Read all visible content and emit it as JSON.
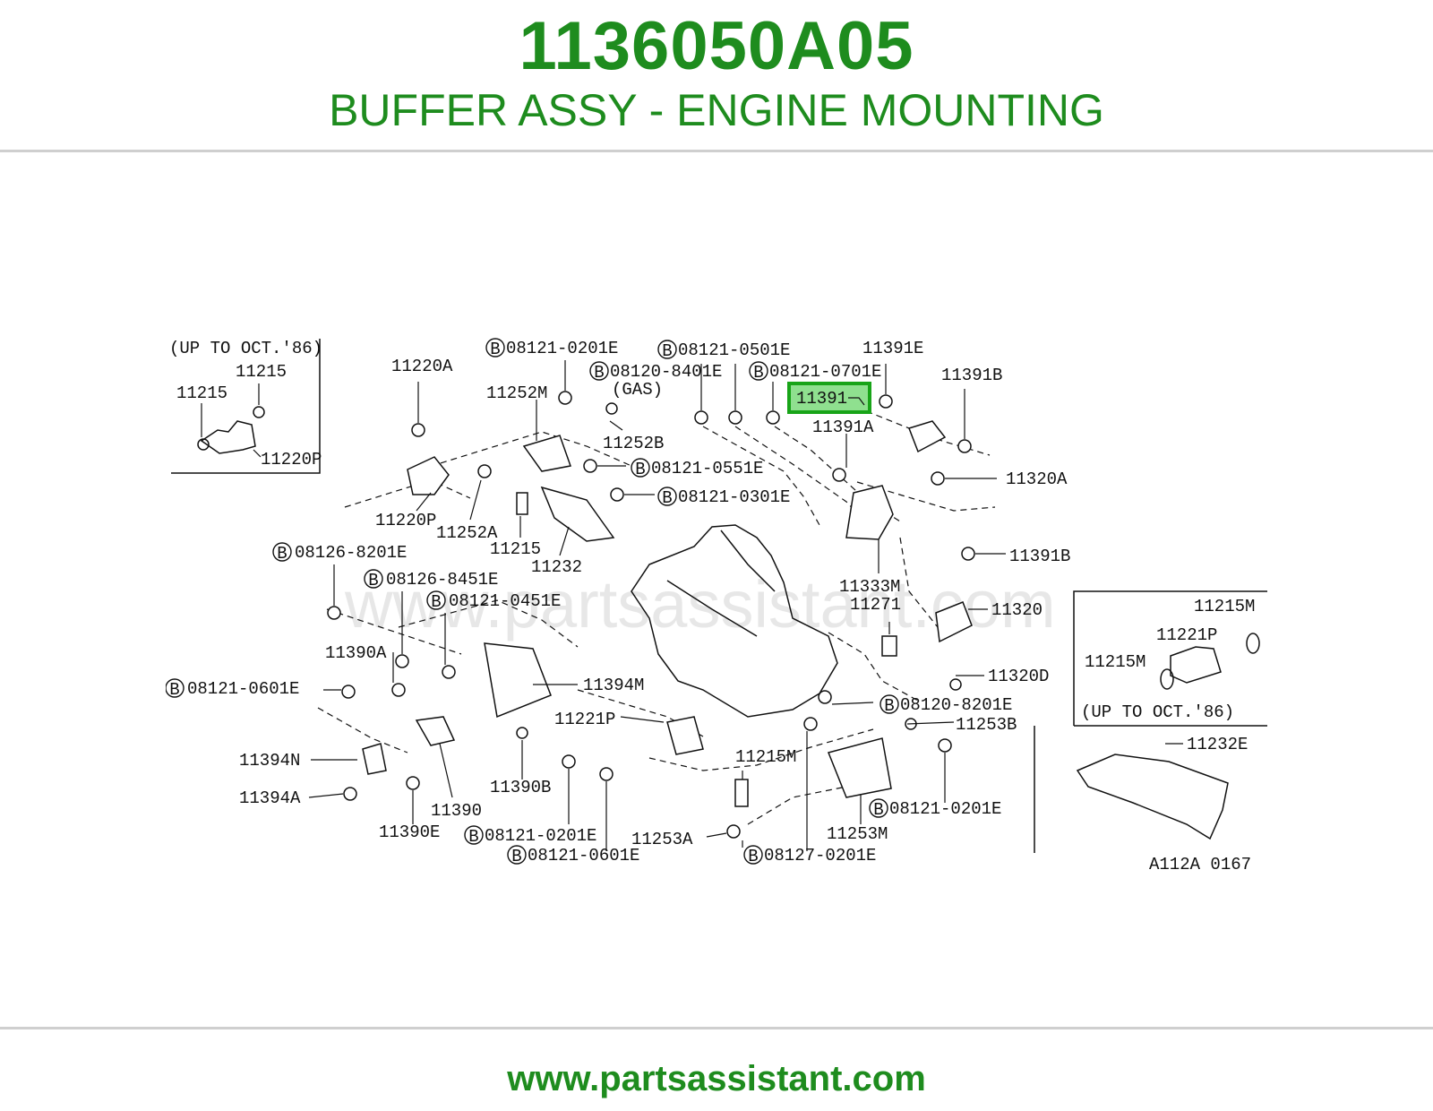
{
  "header": {
    "part_number": "1136050A05",
    "part_name": "BUFFER ASSY - ENGINE MOUNTING"
  },
  "footer": {
    "website": "www.partsassistant.com"
  },
  "colors": {
    "brand_green": "#1e8c1e",
    "highlight_fill": "#8fe08f",
    "highlight_border": "#18a418"
  },
  "diagram": {
    "watermark": "www.partsassistant.com",
    "highlighted_label": "11391",
    "inset_top_left": {
      "caption": "(UP TO OCT.'86)",
      "labels": [
        "11215",
        "11215",
        "11220P"
      ]
    },
    "inset_right": {
      "caption": "(UP TO OCT.'86)",
      "labels": [
        "11215M",
        "11221P",
        "11215M"
      ]
    },
    "inset_bottom_right": {
      "labels": [
        "11232E"
      ]
    },
    "figure_code": "A112A 0167",
    "labels": {
      "b08121_0201e_top": "08121-0201E",
      "l11252m": "11252M",
      "l11220a": "11220A",
      "l11252b": "11252B",
      "b08121_0551e": "08121-0551E",
      "b08121_0301e": "08121-0301E",
      "l11220p": "11220P",
      "l11252a": "11252A",
      "l11215": "11215",
      "l11232": "11232",
      "b08121_0501e": "08121-0501E",
      "b08120_8401e": "08120-8401E",
      "gas": "(GAS)",
      "b08121_0701e": "08121-0701E",
      "l11391e": "11391E",
      "l11391b_top": "11391B",
      "l11391a": "11391A",
      "l11320a": "11320A",
      "l11391b_right": "11391B",
      "l11333m": "11333M",
      "l11271": "11271",
      "l11320": "11320",
      "l11320d": "11320D",
      "b08126_8201e": "08126-8201E",
      "b08126_8451e": "08126-8451E",
      "b08121_0451e": "08121-0451E",
      "l11390a": "11390A",
      "b08121_0601e_left": "08121-0601E",
      "l11394m": "11394M",
      "l11394n": "11394N",
      "l11394a": "11394A",
      "l11390": "11390",
      "l11390e": "11390E",
      "l11390b": "11390B",
      "l11221p": "11221P",
      "b08121_0201e_bottom": "08121-0201E",
      "b08121_0601e_bottom": "08121-0601E",
      "l11215m": "11215M",
      "l11253a": "11253A",
      "b08127_0201e": "08127-0201E",
      "b08120_8201e": "08120-8201E",
      "l11253b": "11253B",
      "b08121_0201e_right": "08121-0201E",
      "l11253m": "11253M"
    }
  }
}
